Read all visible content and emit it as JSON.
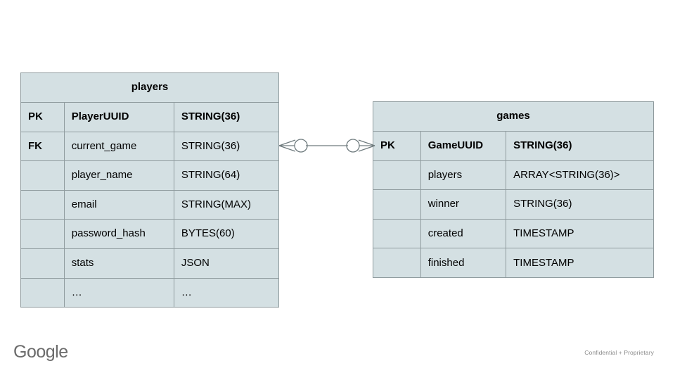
{
  "slide": {
    "background_color": "#ffffff",
    "table_fill_color": "#d4e0e3",
    "table_border_color": "#8f9b9e",
    "connector_color": "#6f7b7e"
  },
  "diagram": {
    "type": "entity-relationship",
    "tables": [
      {
        "name": "players",
        "title": "players",
        "rows": [
          {
            "key": "PK",
            "field": "PlayerUUID",
            "type": "STRING(36)",
            "bold": true
          },
          {
            "key": "FK",
            "field": "current_game",
            "type": "STRING(36)",
            "bold": false
          },
          {
            "key": "",
            "field": "player_name",
            "type": "STRING(64)",
            "bold": false
          },
          {
            "key": "",
            "field": "email",
            "type": "STRING(MAX)",
            "bold": false
          },
          {
            "key": "",
            "field": "password_hash",
            "type": "BYTES(60)",
            "bold": false
          },
          {
            "key": "",
            "field": "stats",
            "type": "JSON",
            "bold": false
          },
          {
            "key": "",
            "field": "…",
            "type": "…",
            "bold": false
          }
        ]
      },
      {
        "name": "games",
        "title": "games",
        "rows": [
          {
            "key": "PK",
            "field": "GameUUID",
            "type": "STRING(36)",
            "bold": true
          },
          {
            "key": "",
            "field": "players",
            "type": "ARRAY<STRING(36)>",
            "bold": false
          },
          {
            "key": "",
            "field": "winner",
            "type": "STRING(36)",
            "bold": false
          },
          {
            "key": "",
            "field": "created",
            "type": "TIMESTAMP",
            "bold": false
          },
          {
            "key": "",
            "field": "finished",
            "type": "TIMESTAMP",
            "bold": false
          }
        ]
      }
    ],
    "relationship": {
      "left_table": "players",
      "left_field": "current_game",
      "right_table": "games",
      "right_field": "GameUUID",
      "left_cardinality": "zero-or-many",
      "right_cardinality": "zero-or-many",
      "notation": "crows-foot"
    }
  },
  "footer": {
    "logo_text": "Google",
    "confidential_text": "Confidential + Proprietary"
  }
}
